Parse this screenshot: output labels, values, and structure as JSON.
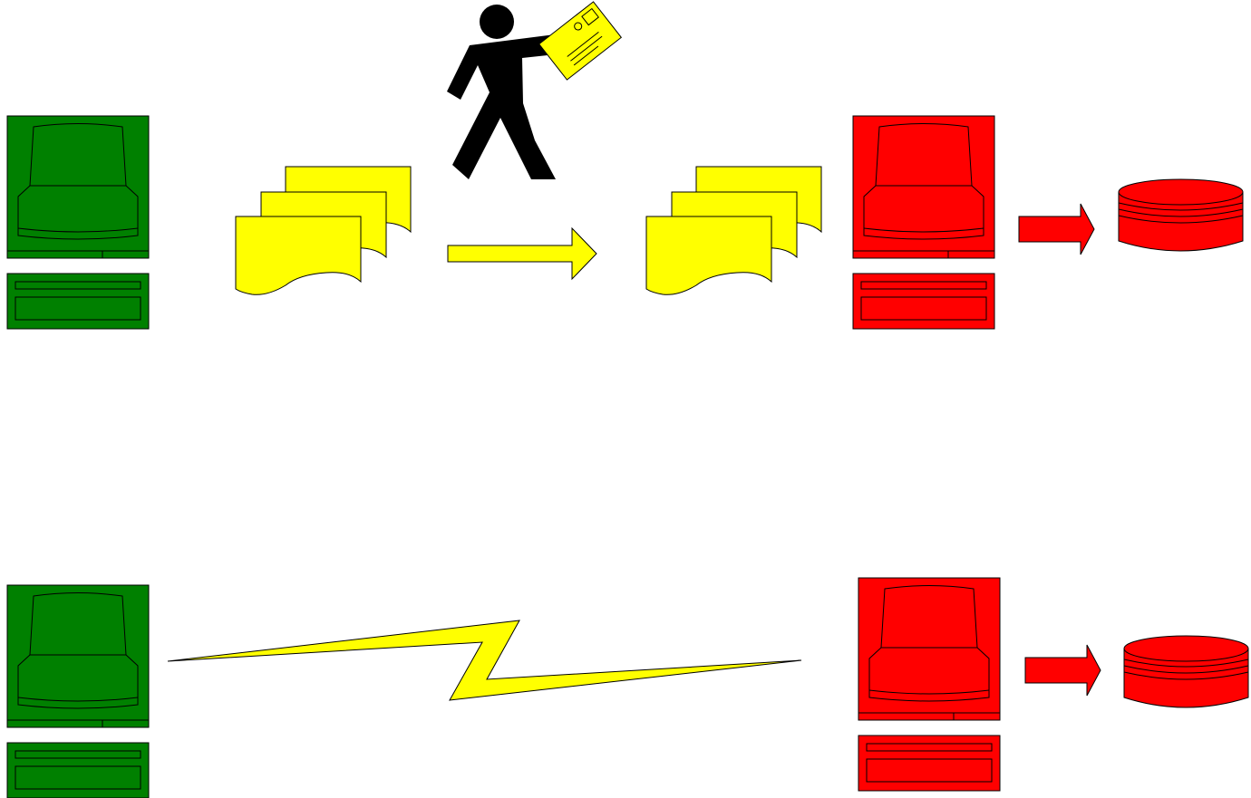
{
  "colors": {
    "source": "#008000",
    "destination": "#ff0000",
    "media": "#ffff00",
    "courier": "#000000",
    "outline": "#000000",
    "background": "#ffffff"
  },
  "top_row": {
    "source_computer": {
      "icon": "computer-icon",
      "color": "source"
    },
    "documents_out": {
      "icon": "document-stack-icon",
      "color": "media"
    },
    "courier": {
      "icon": "person-carrying-envelope-icon",
      "color": "courier"
    },
    "transfer_arrow": {
      "icon": "right-arrow-icon",
      "color": "media"
    },
    "documents_in": {
      "icon": "document-stack-icon",
      "color": "media"
    },
    "destination_computer": {
      "icon": "computer-icon",
      "color": "destination"
    },
    "store_arrow": {
      "icon": "right-arrow-icon",
      "color": "destination"
    },
    "database": {
      "icon": "database-icon",
      "color": "destination"
    }
  },
  "bottom_row": {
    "source_computer": {
      "icon": "computer-icon",
      "color": "source"
    },
    "network_link": {
      "icon": "lightning-bolt-icon",
      "color": "media"
    },
    "destination_computer": {
      "icon": "computer-icon",
      "color": "destination"
    },
    "store_arrow": {
      "icon": "right-arrow-icon",
      "color": "destination"
    },
    "database": {
      "icon": "database-icon",
      "color": "destination"
    }
  }
}
